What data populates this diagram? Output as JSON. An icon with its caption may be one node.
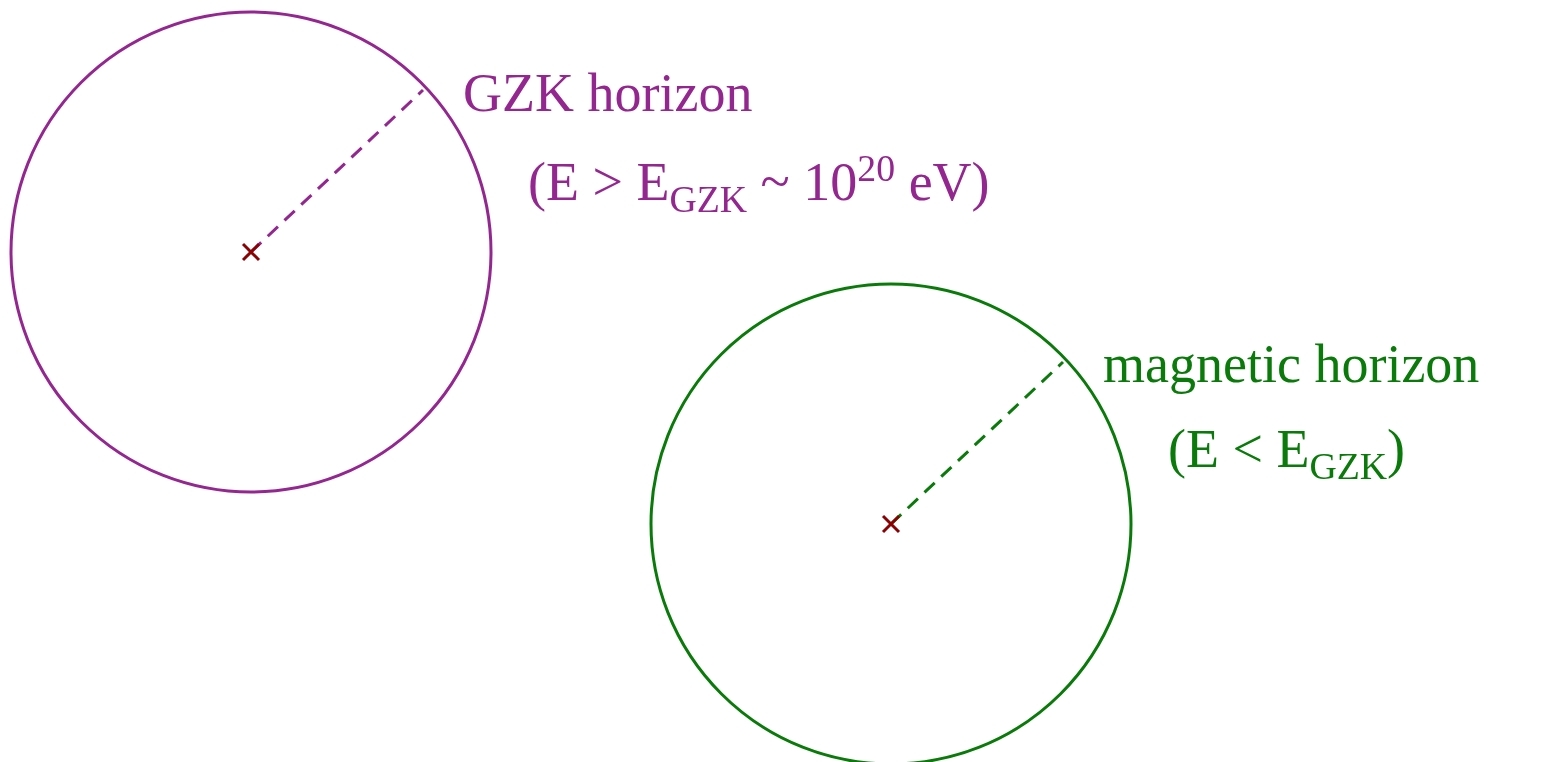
{
  "diagram": {
    "nodes": [
      {
        "text": [],
        "shape": "circle",
        "beside": [
          "GZK horizon",
          "(E > E$_{GZK}$ ~ 10$^{20}$ eV)"
        ]
      },
      {
        "text": [],
        "shape": "circle",
        "beside": [
          "magnetic horizon",
          "(E < E$_{GZK}$)"
        ]
      }
    ]
  }
}
